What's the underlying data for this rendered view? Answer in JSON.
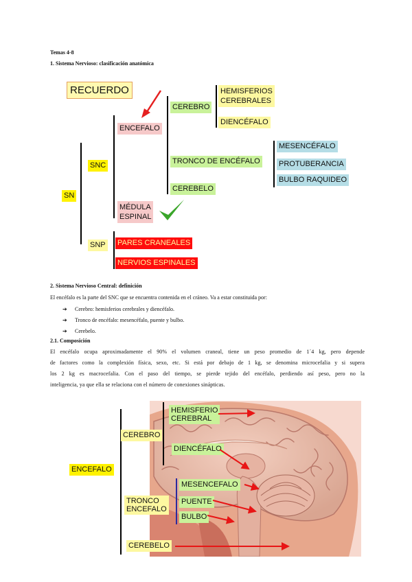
{
  "header": {
    "topic": "Temas 4-8",
    "section1": "1. Sistema Nervioso: clasificación anatómica"
  },
  "diagram1": {
    "recuerdo": "RECUERDO",
    "sn": "SN",
    "snc": "SNC",
    "snp": "SNP",
    "encefalo": "ENCEFALO",
    "medula_line1": "MÉDULA",
    "medula_line2": "ESPINAL",
    "cerebro": "CEREBRO",
    "hemisferios_line1": "HEMISFERIOS",
    "hemisferios_line2": "CEREBRALES",
    "diencefalo": "DIENCÉFALO",
    "tronco": "TRONCO DE ENCÉFALO",
    "mesencefalo": "MESENCÉFALO",
    "protuberancia": "PROTUBERANCIA",
    "bulbo": "BULBO RAQUIDEO",
    "cerebelo": "CEREBELO",
    "pares": "PARES CRANEALES",
    "nervios": "NERVIOS ESPINALES"
  },
  "section2": {
    "title": "2. Sistema Nervioso Central: definición",
    "intro": "El encéfalo es la parte del SNC que se encuentra contenida en el cráneo. Va a estar constituida por:",
    "bullets": [
      "Cerebro: hemisferios cerebrales y diencéfalo.",
      "Tronco de encéfalo: mesencéfalo, puente y bulbo.",
      "Cerebelo."
    ],
    "sub_title": "2.1. Composición",
    "paragraph_lines": [
      "El encéfalo ocupa aproximadamente el 90% el volumen craneal, tiene un peso promedio de 1´4 kg, pero depende",
      "de factores como la complexión física, sexo, etc. Si está por debajo de 1 kg, se denomina microcefalia y si supera",
      "los 2 kg es macrocefalia. Con el paso del tiempo, se pierde tejido del encéfalo, perdiendo así peso, pero no la",
      "inteligencia, ya que ella se relaciona con el número de conexiones sinápticas."
    ]
  },
  "diagram2": {
    "encefalo": "ENCEFALO",
    "cerebro": "CEREBRO",
    "hemisferio_line1": "HEMISFERIO",
    "hemisferio_line2": "CEREBRAL",
    "diencefalo": "DIENCÉFALO",
    "tronco_line1": "TRONCO",
    "tronco_line2": "ENCEFALO",
    "mesencefalo": "MESENCEFALO",
    "puente": "PUENTE",
    "bulbo": "BULBO",
    "cerebelo": "CEREBELO"
  },
  "colors": {
    "yellow": "#fff200",
    "green": "#c9f29a",
    "pink": "#f6c9c9",
    "blue": "#b5dde6",
    "red": "#ff0d0d",
    "checkmark": "#3aa62a"
  }
}
